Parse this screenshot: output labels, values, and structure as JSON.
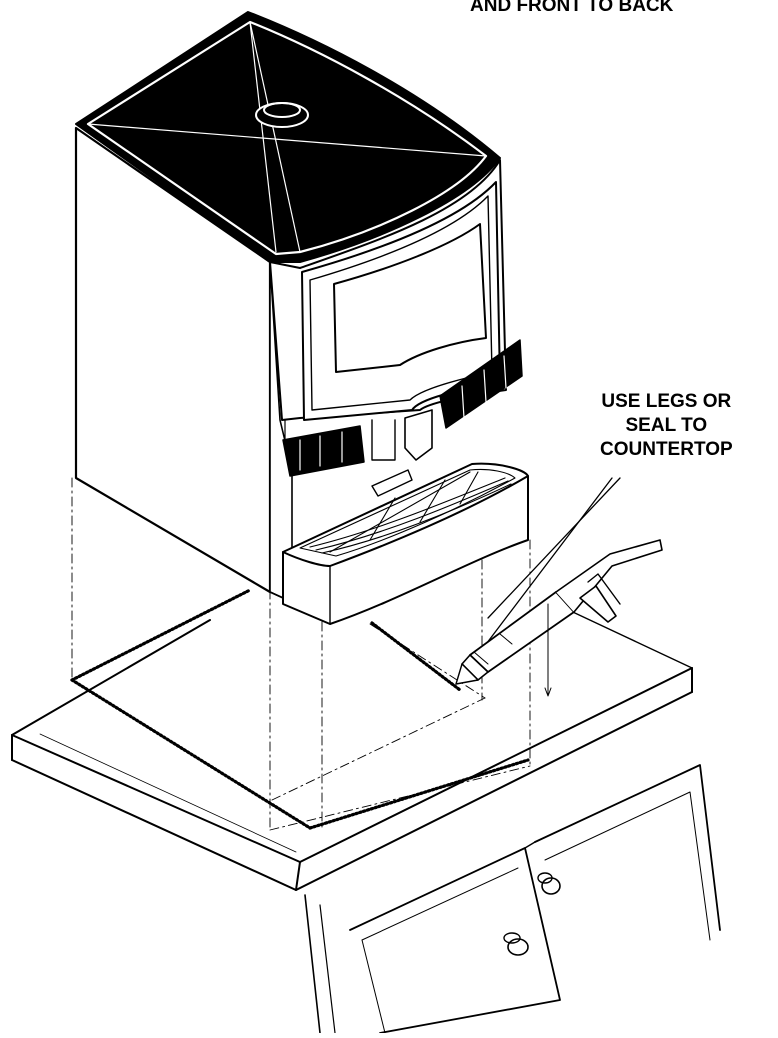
{
  "labels": {
    "top_note": "AND FRONT TO BACK",
    "seal_note_lines": [
      "USE LEGS OR",
      "SEAL TO",
      "COUNTERTOP"
    ]
  },
  "colors": {
    "ink": "#000000",
    "paper": "#ffffff"
  }
}
